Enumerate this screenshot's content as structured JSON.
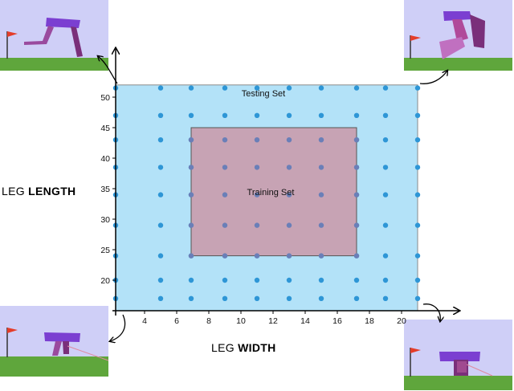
{
  "chart_data": {
    "type": "scatter",
    "title": "",
    "xlabel": {
      "normal": "LEG ",
      "bold": "WIDTH"
    },
    "ylabel": {
      "normal": "LEG ",
      "bold": "LENGTH"
    },
    "x_ticks": [
      4,
      6,
      8,
      10,
      12,
      14,
      16,
      18,
      20
    ],
    "y_ticks": [
      20,
      25,
      30,
      35,
      40,
      45,
      50
    ],
    "xlim": [
      2.2,
      21
    ],
    "ylim": [
      15,
      55
    ],
    "testing_set": {
      "name": "Testing Set",
      "x": [
        2.2,
        21
      ],
      "y": [
        15,
        52
      ],
      "color": "#b3e2f8"
    },
    "training_set": {
      "name": "Training Set",
      "x": [
        6.9,
        17.2
      ],
      "y": [
        24,
        45
      ],
      "color": "#c99aaa"
    },
    "grid_points": {
      "x": [
        2.2,
        5.0,
        6.9,
        9.0,
        11.0,
        13.0,
        15.0,
        17.2,
        19.0,
        21.0
      ],
      "y": [
        17,
        20,
        24,
        29,
        34,
        38.5,
        43,
        47,
        51.5
      ],
      "color": "#2e96d6"
    }
  },
  "colors": {
    "sky": "#cfcff7",
    "grass": "#5fa63c",
    "walker_body": "#7b3fd1",
    "walker_leg": "#9a4a9e",
    "flag": "#e43d2a"
  }
}
